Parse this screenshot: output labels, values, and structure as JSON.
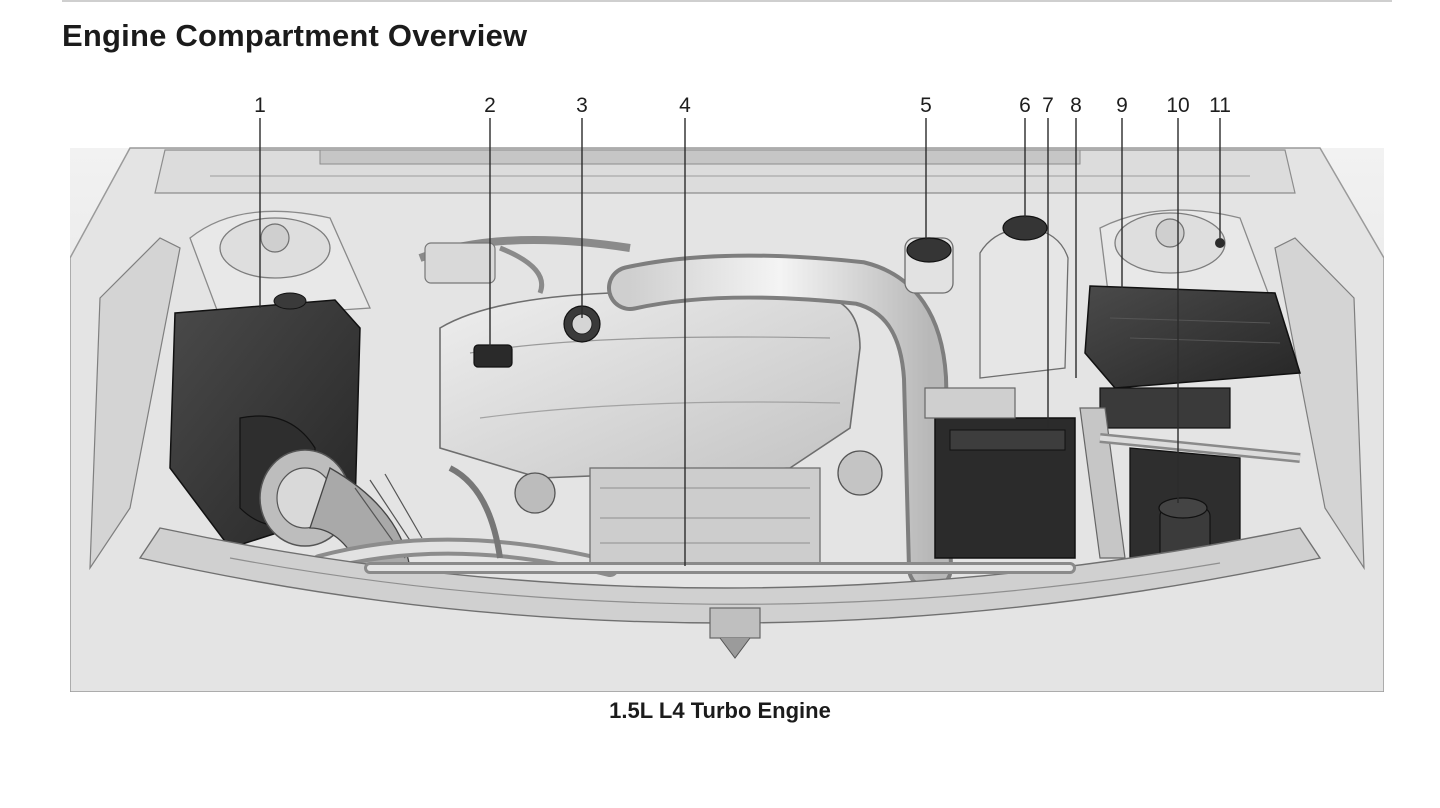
{
  "page": {
    "title": "Engine Compartment Overview",
    "caption": "1.5L L4 Turbo Engine"
  },
  "diagram": {
    "callouts": [
      {
        "label": "1"
      },
      {
        "label": "2"
      },
      {
        "label": "3"
      },
      {
        "label": "4"
      },
      {
        "label": "5"
      },
      {
        "label": "6"
      },
      {
        "label": "7"
      },
      {
        "label": "8"
      },
      {
        "label": "9"
      },
      {
        "label": "10"
      },
      {
        "label": "11"
      }
    ]
  }
}
